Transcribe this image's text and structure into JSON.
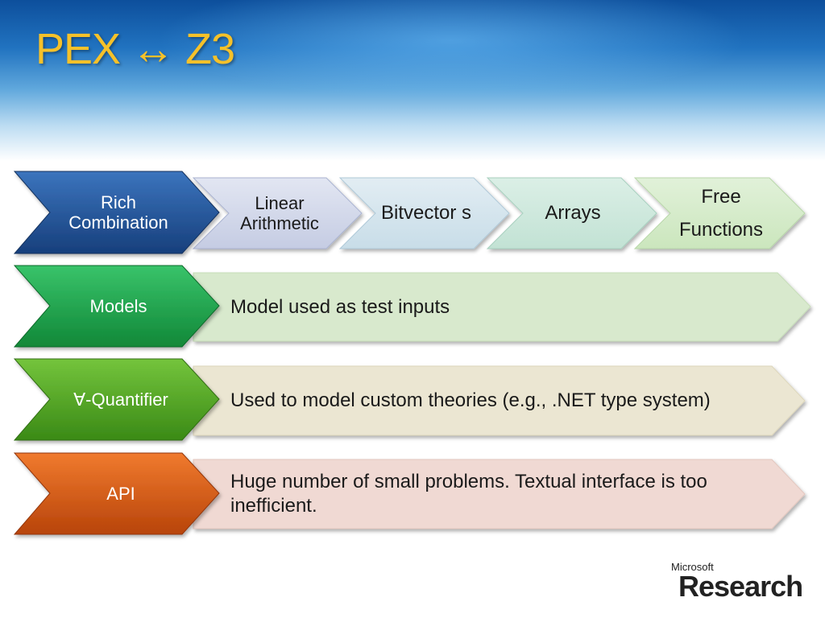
{
  "title": "PEX ↔ Z3",
  "row1": {
    "header": "Rich Combination",
    "theories": [
      "Linear Arithmetic",
      "Bitvector s",
      "Arrays",
      "Free Functions"
    ]
  },
  "rows": [
    {
      "label": "Models",
      "text": "Model used as test inputs"
    },
    {
      "label": "∀-Quantifier",
      "text": "Used to model custom theories (e.g., .NET type system)"
    },
    {
      "label": "API",
      "text": "Huge number of small problems. Textual interface is too inefficient."
    }
  ],
  "logo": {
    "top": "Microsoft",
    "bottom": "Research"
  },
  "colors": {
    "title": "#f5c12a",
    "rich_combination": "#1f4f93",
    "models": "#1ea04a",
    "quantifier": "#4fa51f",
    "api": "#d95a12"
  }
}
